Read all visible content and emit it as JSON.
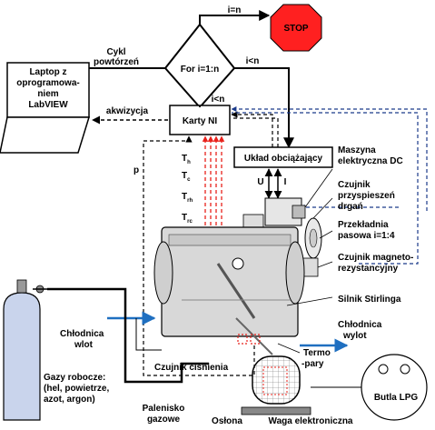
{
  "flow": {
    "stop": "STOP",
    "loop": "For i=1:n",
    "i_eq_n": "i=n",
    "i_lt_n_right": "i<n",
    "i_lt_n_down": "i<n",
    "cycle_line1": "Cykl",
    "cycle_line2": "powtórzeń"
  },
  "laptop": {
    "line1": "Laptop z",
    "line2": "oprogramowa-",
    "line3": "niem",
    "line4": "LabVIEW"
  },
  "acquisition": "akwizycja",
  "daq": "Karty NI",
  "load_system": "Układ obciążający",
  "signals": {
    "Th": {
      "main": "T",
      "sub": "h"
    },
    "Tc": {
      "main": "T",
      "sub": "c"
    },
    "Trh": {
      "main": "T",
      "sub": "rh"
    },
    "Trc": {
      "main": "T",
      "sub": "rc"
    },
    "p": "p",
    "U": "U",
    "I": "I"
  },
  "labels": {
    "dc_machine_1": "Maszyna",
    "dc_machine_2": "elektryczna DC",
    "vib_1": "Czujnik",
    "vib_2": "przyspieszeń",
    "vib_3": "drgań",
    "belt_1": "Przekładnia",
    "belt_2": "pasowa i=1:4",
    "mag_1": "Czujnik magneto-",
    "mag_2": "rezystancyjny",
    "stirling": "Silnik Stirlinga",
    "cooler_in_1": "Chłodnica",
    "cooler_in_2": "wlot",
    "cooler_out_1": "Chłodnica",
    "cooler_out_2": "wylot",
    "thermo_1": "Termo",
    "thermo_2": "-pary",
    "pressure": "Czujnik ciśnienia",
    "gas_1": "Gazy robocze:",
    "gas_2": "(hel, powietrze,",
    "gas_3": "azot, argon)",
    "burner_1": "Palenisko",
    "burner_2": "gazowe",
    "shield": "Osłona",
    "scale": "Waga elektroniczna",
    "lpg": "Butla LPG"
  },
  "colors": {
    "stop": "#ff2020",
    "thermocouple_lines": "#e8201a",
    "vib_dashed": "#1a3a8a",
    "coolant": "#1f6fc0",
    "cylinder": "#c9d4ec",
    "engine": "#d8d8d8"
  }
}
